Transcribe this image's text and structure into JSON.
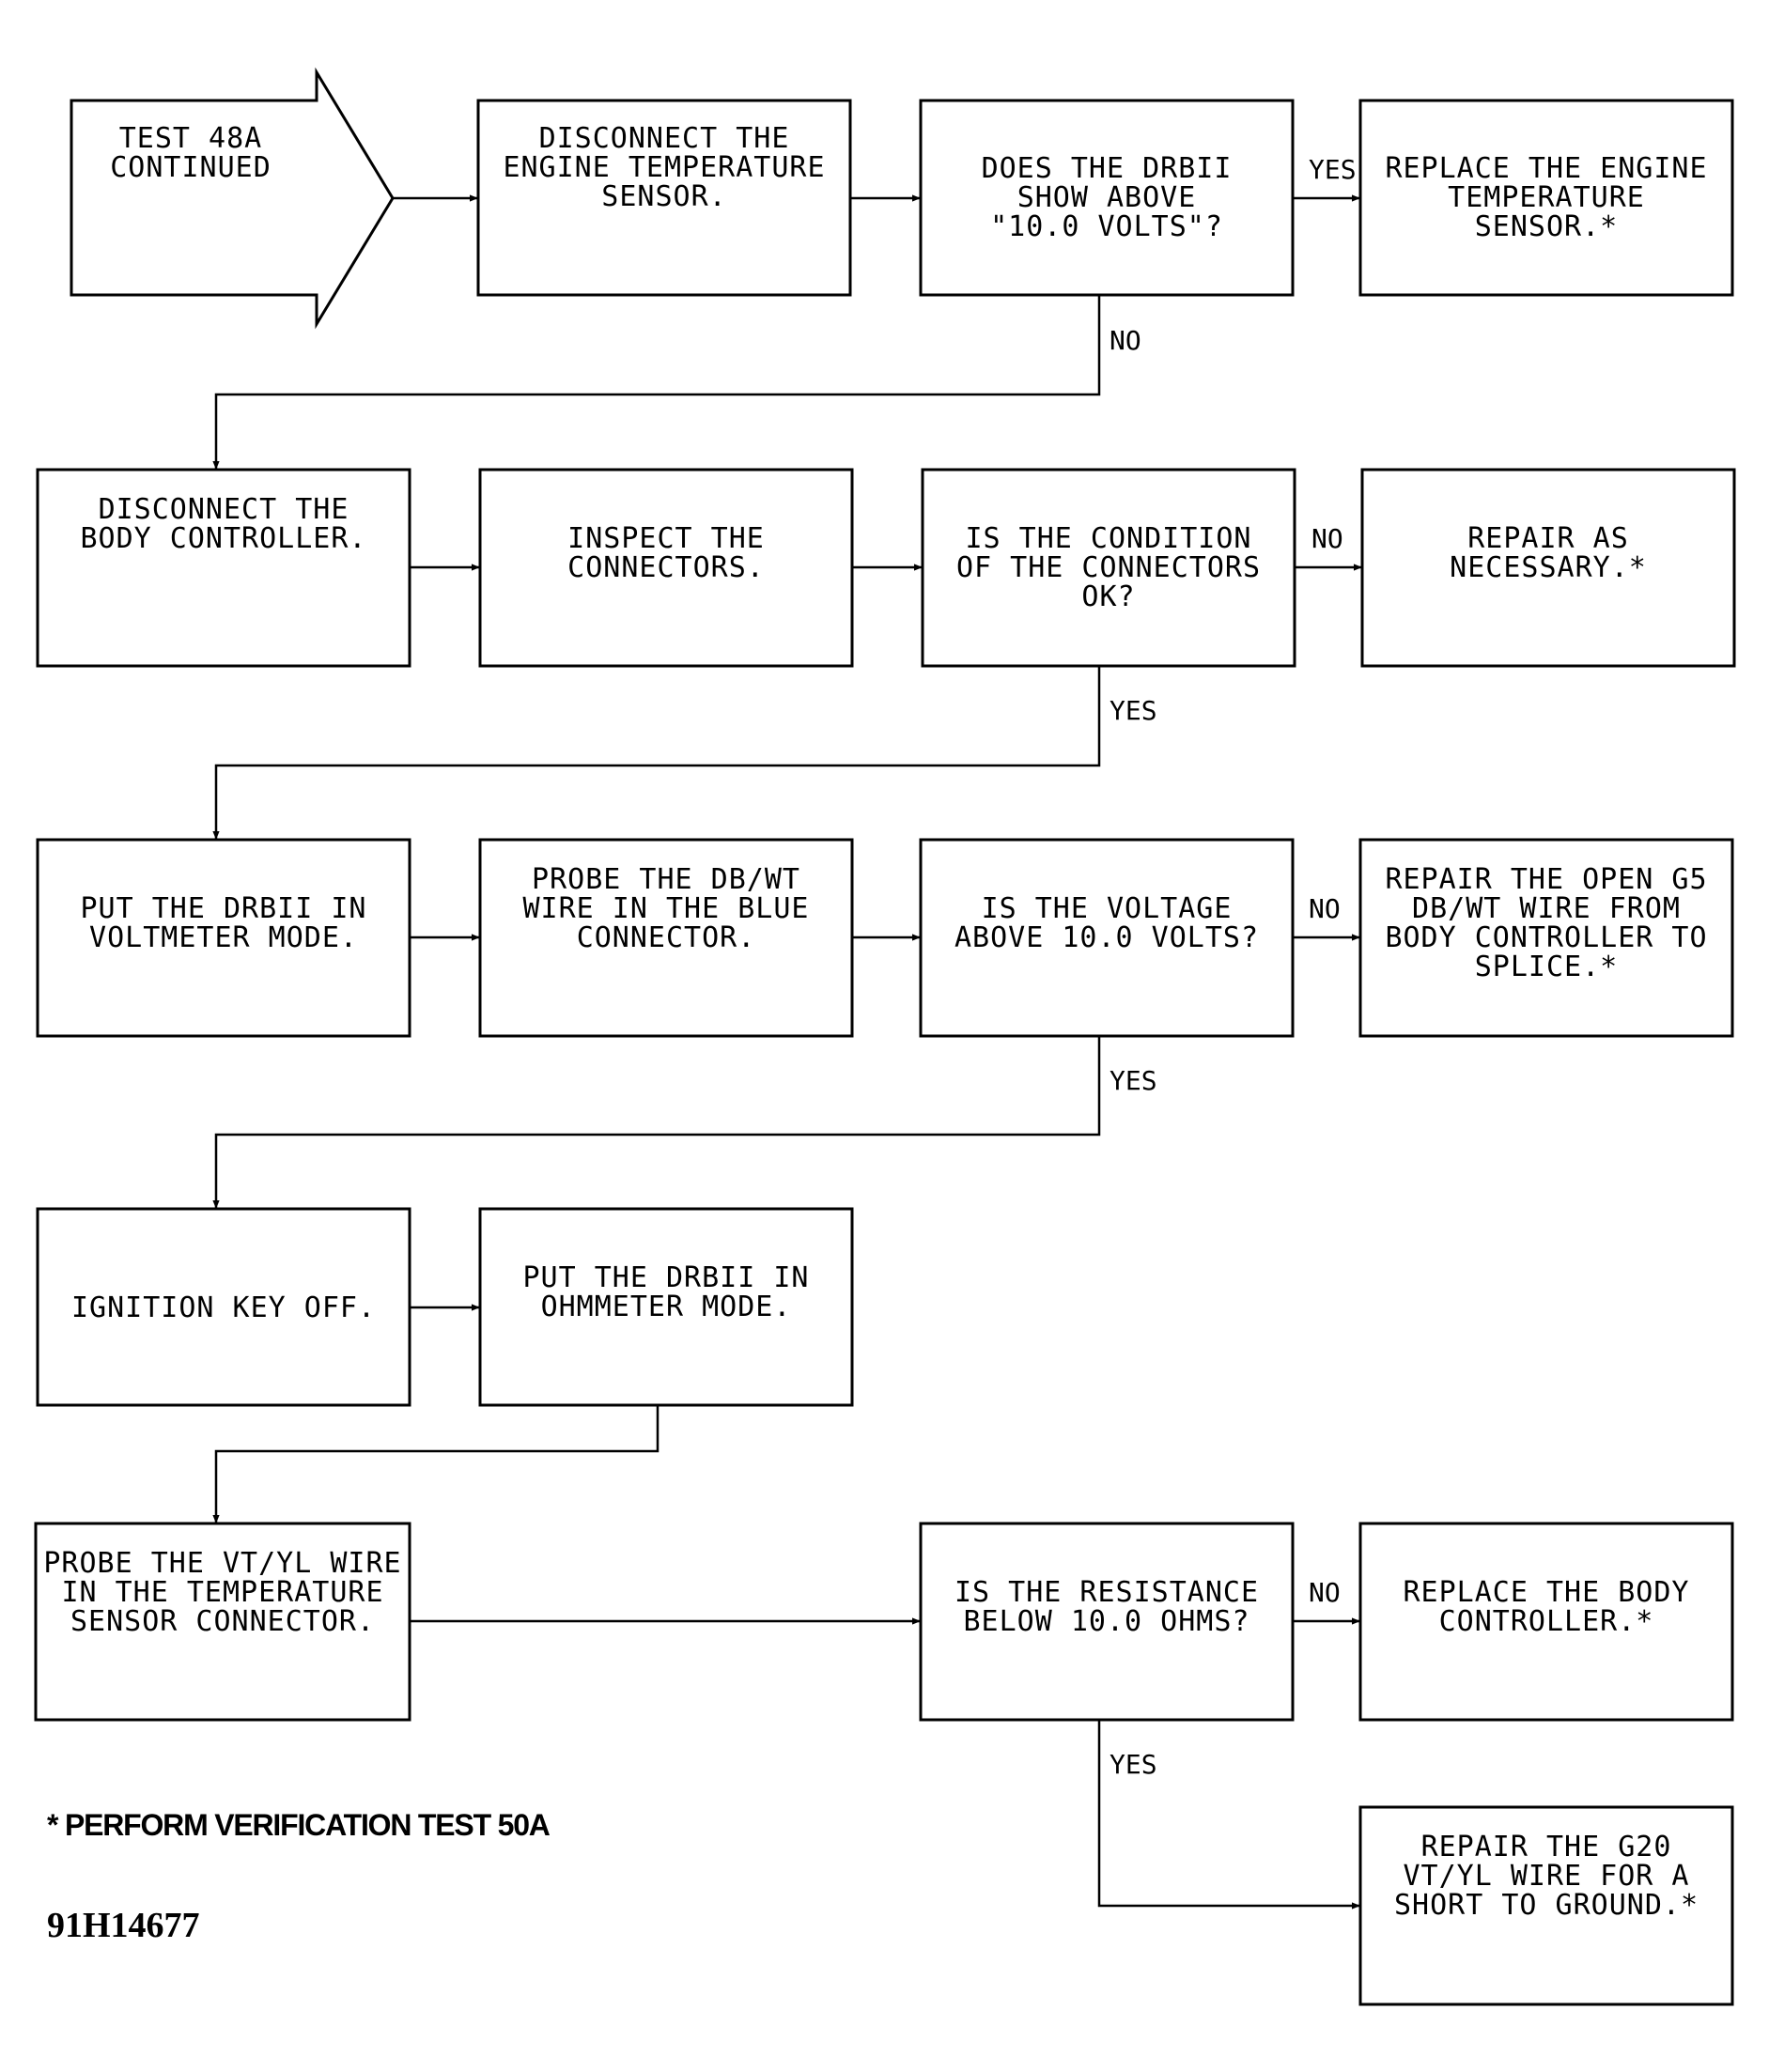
{
  "start": {
    "lines": [
      "TEST 48A",
      "CONTINUED"
    ]
  },
  "boxes": {
    "disconnect_sensor": [
      "DISCONNECT THE",
      "ENGINE TEMPERATURE",
      "SENSOR."
    ],
    "q_drbii_10v": [
      "DOES THE DRBII",
      "SHOW ABOVE",
      "\"10.0 VOLTS\"?"
    ],
    "replace_sensor": [
      "REPLACE THE ENGINE",
      "TEMPERATURE",
      "SENSOR.*"
    ],
    "disconnect_body": [
      "DISCONNECT THE",
      "BODY CONTROLLER."
    ],
    "inspect_connectors": [
      "INSPECT THE",
      "CONNECTORS."
    ],
    "q_connectors_ok": [
      "IS THE CONDITION",
      "OF THE CONNECTORS",
      "OK?"
    ],
    "repair_necessary": [
      "REPAIR AS",
      "NECESSARY.*"
    ],
    "voltmeter_mode": [
      "PUT THE DRBII IN",
      "VOLTMETER MODE."
    ],
    "probe_dbwt": [
      "PROBE THE DB/WT",
      "WIRE IN THE BLUE",
      "CONNECTOR."
    ],
    "q_voltage": [
      "IS THE VOLTAGE",
      "ABOVE 10.0 VOLTS?"
    ],
    "repair_open_g5": [
      "REPAIR THE OPEN G5",
      "DB/WT WIRE FROM",
      "BODY CONTROLLER TO",
      "SPLICE.*"
    ],
    "ignition_off": [
      "IGNITION KEY OFF."
    ],
    "ohmmeter_mode": [
      "PUT THE DRBII IN",
      "OHMMETER MODE."
    ],
    "probe_vtyl": [
      "PROBE THE VT/YL WIRE",
      "IN THE TEMPERATURE",
      "SENSOR CONNECTOR."
    ],
    "q_resistance": [
      "IS THE RESISTANCE",
      "BELOW 10.0 OHMS?"
    ],
    "replace_body": [
      "REPLACE THE BODY",
      "CONTROLLER.*"
    ],
    "repair_g20": [
      "REPAIR THE G20",
      "VT/YL WIRE FOR A",
      "SHORT TO GROUND.*"
    ]
  },
  "branches": {
    "q1_yes": "YES",
    "q1_no": "NO",
    "q2_no": "NO",
    "q2_yes": "YES",
    "q3_no": "NO",
    "q3_yes": "YES",
    "q4_no": "NO",
    "q4_yes": "YES"
  },
  "footnote": "* PERFORM VERIFICATION TEST 50A",
  "figure_id": "91H14677"
}
